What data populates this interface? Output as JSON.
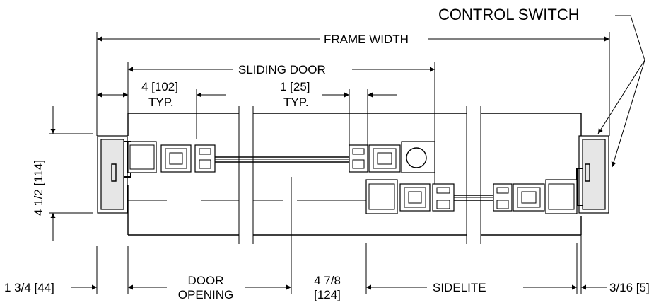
{
  "labels": {
    "control_switch": "CONTROL SWITCH",
    "frame_width": "FRAME WIDTH",
    "sliding_door": "SLIDING DOOR",
    "dim_4_102": "4 [102]",
    "typ_1": "TYP.",
    "dim_1_25": "1 [25]",
    "typ_2": "TYP.",
    "dim_4_half": "4 1/2 [114]",
    "dim_1_3_4": "1 3/4 [44]",
    "door_opening_1": "DOOR",
    "door_opening_2": "OPENING",
    "dim_4_7_8_1": "4 7/8",
    "dim_4_7_8_2": "[124]",
    "sidelite": "SIDELITE",
    "dim_3_16": "3/16 [5]"
  }
}
